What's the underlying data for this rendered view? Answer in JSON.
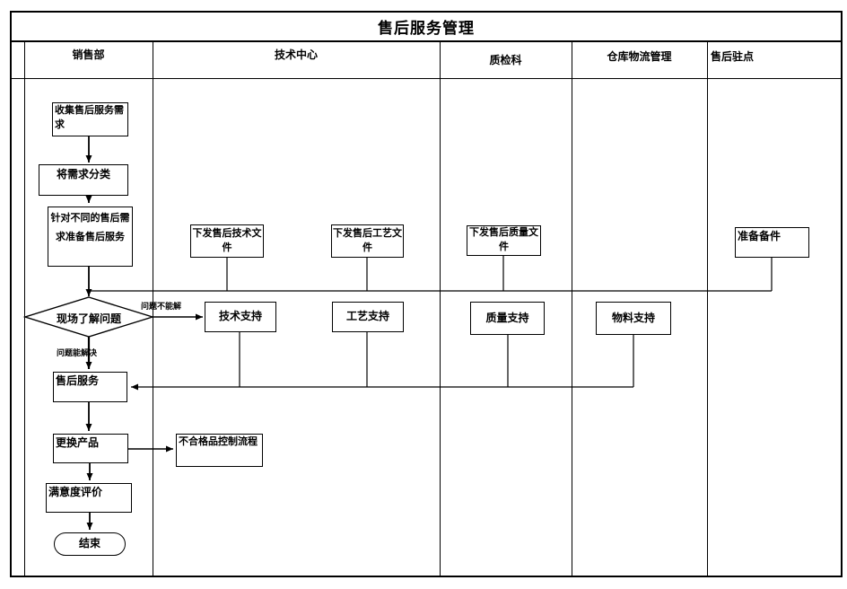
{
  "title": "售后服务管理",
  "lanes": [
    {
      "label": "销售部"
    },
    {
      "label": "技术中心"
    },
    {
      "label": "质检科"
    },
    {
      "label": "仓库物流管理"
    },
    {
      "label": "售后驻点"
    }
  ],
  "nodes": {
    "collect_requirements": "收集售后服务需求",
    "classify_requirements": "将需求分类",
    "prepare_service": "针对不同的售后需求准备售后服务",
    "onsite_assess": "现场了解问题",
    "after_sales_service": "售后服务",
    "replace_product": "更换产品",
    "satisfaction_eval": "满意度评价",
    "end": "结束",
    "issue_tech_doc": "下发售后技术文件",
    "issue_process_doc": "下发售后工艺文件",
    "issue_quality_doc": "下发售后质量文件",
    "prepare_spares": "准备备件",
    "tech_support": "技术支持",
    "process_support": "工艺支持",
    "quality_support": "质量支持",
    "material_support": "物料支持",
    "nonconforming_process": "不合格品控制流程"
  },
  "edge_labels": {
    "cannot_solve": "问题不能解",
    "can_solve": "问题能解决"
  },
  "colors": {
    "line": "#000000",
    "background": "#ffffff"
  }
}
